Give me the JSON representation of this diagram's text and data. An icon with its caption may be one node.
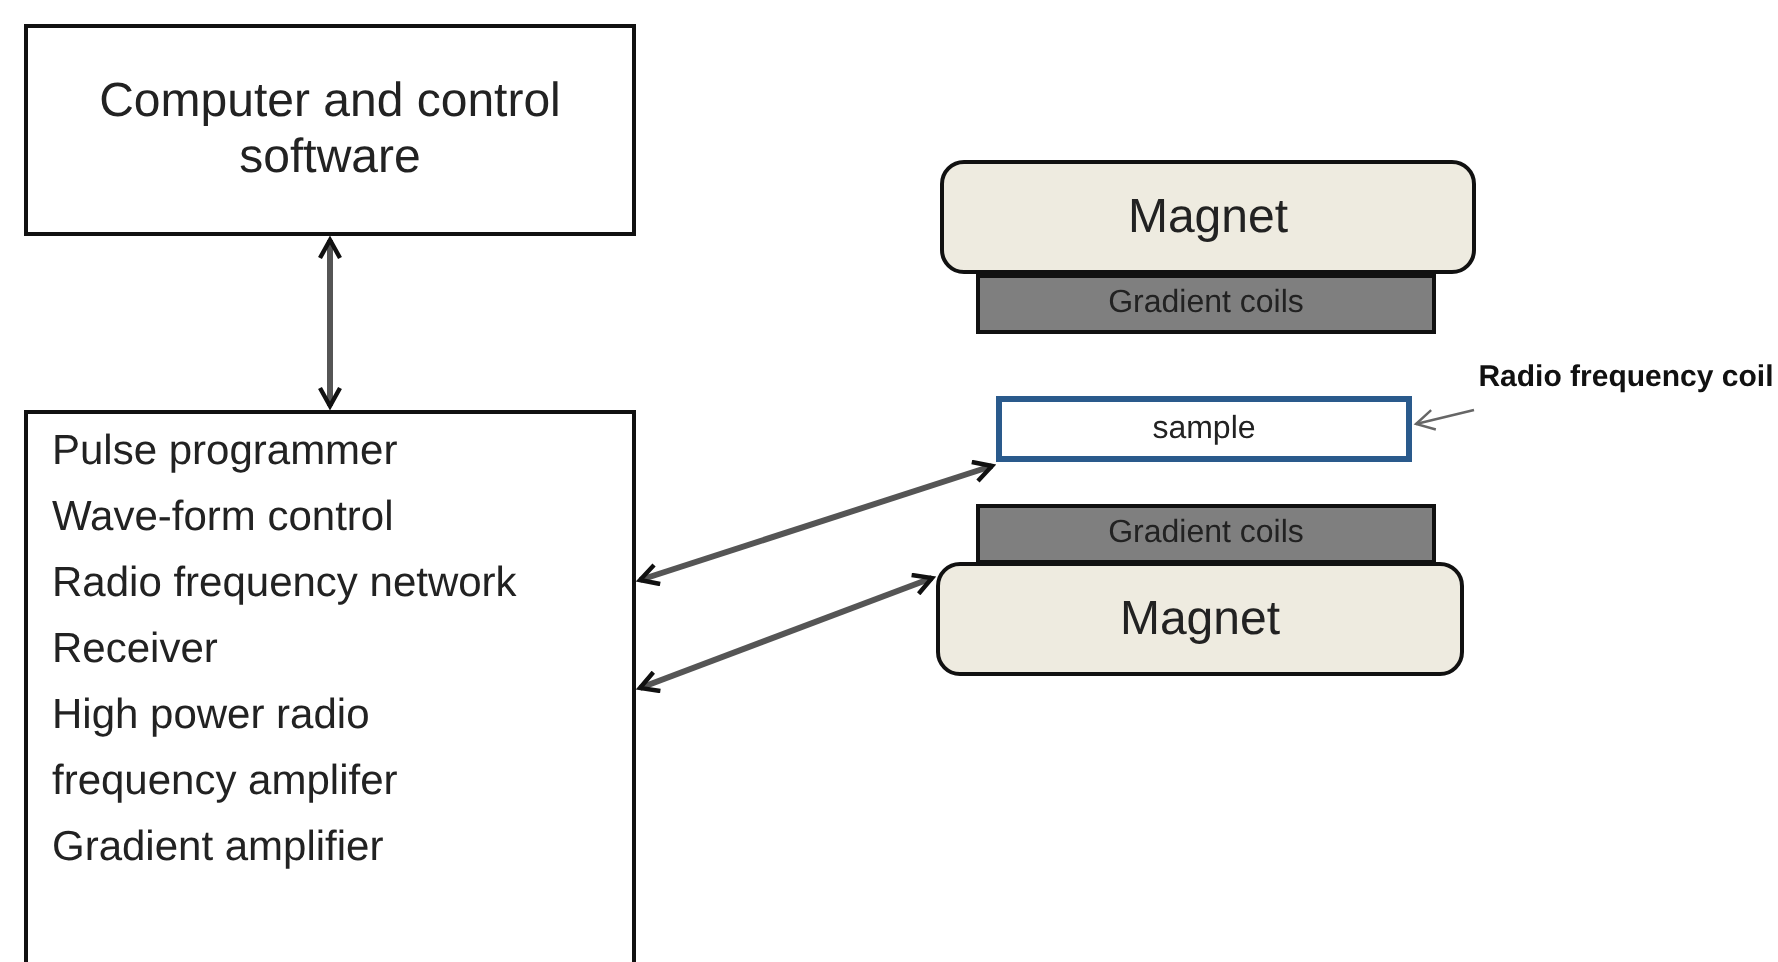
{
  "diagram": {
    "nodes": [
      {
        "text": [
          "Computer and control software"
        ]
      },
      {
        "text": [
          "Pulse programmer",
          "Wave-form control",
          "Radio frequency network",
          "Receiver",
          "High power radio frequency amplifer",
          "Gradient amplifier"
        ]
      },
      {
        "text": [
          "Magnet"
        ]
      },
      {
        "text": [
          "Gradient coils"
        ]
      },
      {
        "text": [
          "sample"
        ]
      },
      {
        "text": [
          "Radio frequency coil"
        ]
      },
      {
        "text": [
          "Gradient coils"
        ]
      },
      {
        "text": [
          "Magnet"
        ]
      }
    ],
    "edges": [
      {
        "from": 0,
        "to": 1,
        "arrow": "both"
      },
      {
        "from": 1,
        "to": 4,
        "arrow": "both"
      },
      {
        "from": 1,
        "to": 7,
        "arrow": "both"
      },
      {
        "from": 5,
        "to": 4,
        "arrow": "to",
        "color": "#666666"
      }
    ]
  }
}
